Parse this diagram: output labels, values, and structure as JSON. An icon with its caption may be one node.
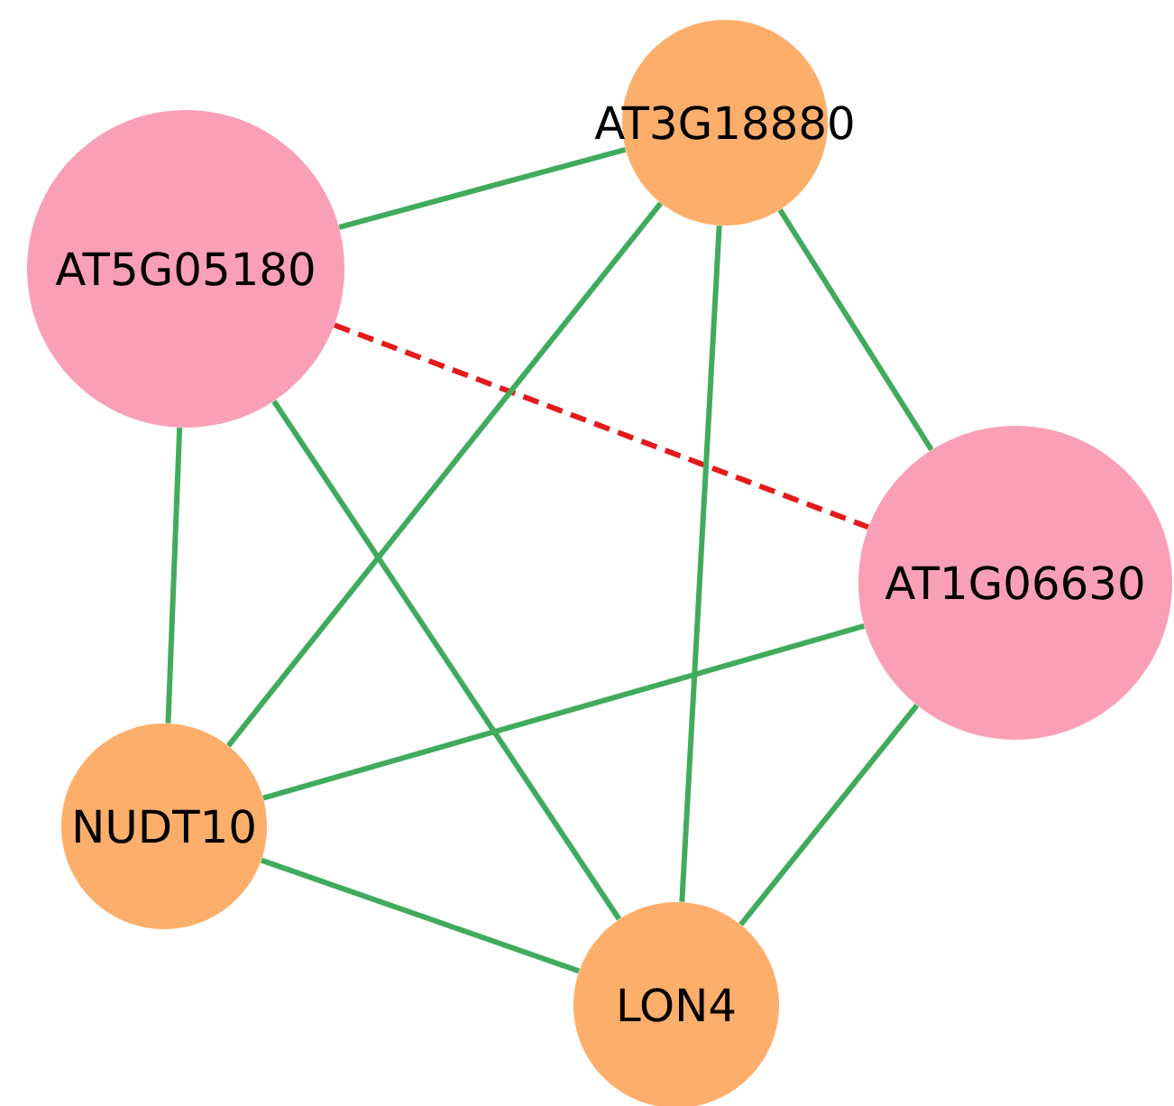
{
  "diagram": {
    "nodes": [
      {
        "text": [
          "AT5G05180"
        ]
      },
      {
        "text": [
          "AT3G18880"
        ]
      },
      {
        "text": [
          "AT1G06630"
        ]
      },
      {
        "text": [
          "NUDT10"
        ]
      },
      {
        "text": [
          "LON4"
        ]
      }
    ],
    "edges": [
      {
        "from": 0,
        "to": 1,
        "arrow": "none"
      },
      {
        "from": 0,
        "to": 2,
        "arrow": "none",
        "style": "dashed",
        "color": "#e41a1c"
      },
      {
        "from": 0,
        "to": 3,
        "arrow": "none"
      },
      {
        "from": 0,
        "to": 4,
        "arrow": "none"
      },
      {
        "from": 1,
        "to": 2,
        "arrow": "none"
      },
      {
        "from": 1,
        "to": 3,
        "arrow": "none"
      },
      {
        "from": 1,
        "to": 4,
        "arrow": "none"
      },
      {
        "from": 2,
        "to": 3,
        "arrow": "none"
      },
      {
        "from": 2,
        "to": 4,
        "arrow": "none"
      },
      {
        "from": 3,
        "to": 4,
        "arrow": "none"
      }
    ]
  }
}
